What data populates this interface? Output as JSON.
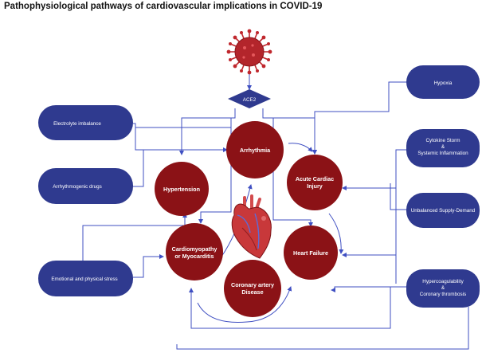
{
  "title": "Pathophysiological pathways of cardiovascular implications in COVID-19",
  "colors": {
    "box_fill": "#2f3a8f",
    "circle_fill": "#8b1216",
    "arrow": "#3f4fc2",
    "virus": "#c0272d",
    "heart": "#c8383a"
  },
  "icons": {
    "virus": "coronavirus-icon",
    "heart": "anatomical-heart-icon"
  },
  "ace2": {
    "label": "ACE2"
  },
  "left_boxes": {
    "electrolyte": "Electrolyte imbalance",
    "drugs": "Arrhythmogenic drugs",
    "stress": "Emotional and physical stress"
  },
  "right_boxes": {
    "hypoxia": "Hypoxia",
    "cytokine": [
      "Cytokine Storm",
      "&",
      "Systemic Inflammation"
    ],
    "supply_demand": "Unbalanced Supply-Demand",
    "hypercoag": [
      "Hypercoagulability",
      "&",
      "Coronary thrombosis"
    ]
  },
  "circles": {
    "arrhythmia": [
      "Arrhythmia"
    ],
    "hypertension": [
      "Hypertension"
    ],
    "acute_injury": [
      "Acute Cardiac",
      "Injury"
    ],
    "cardiomyopathy": [
      "Cardiomyopathy",
      "or Myocarditis"
    ],
    "heart_failure": [
      "Heart Failure"
    ],
    "coronary": [
      "Coronary artery",
      "Disease"
    ]
  }
}
